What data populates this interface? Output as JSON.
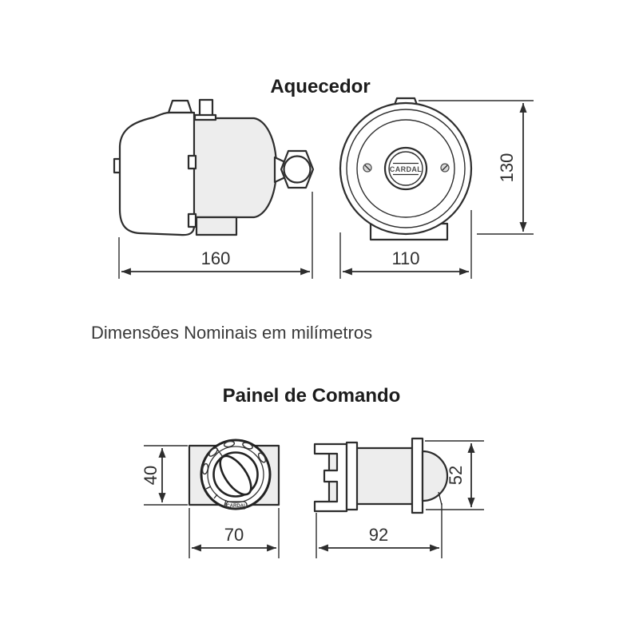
{
  "colors": {
    "line": "#2d2d2d",
    "fill_light": "#ededed",
    "text": "#2f2f2f",
    "background": "#ffffff"
  },
  "heater": {
    "title": "Aquecedor",
    "brand": "CARDAL",
    "dims": {
      "side_width": "160",
      "front_width": "110",
      "front_height": "130"
    }
  },
  "note": "Dimensões Nominais em milímetros",
  "panel": {
    "title": "Painel de Comando",
    "knob_brand": "CARDAL",
    "dims": {
      "front_height": "40",
      "front_width": "70",
      "side_height": "52",
      "side_width": "92"
    }
  }
}
